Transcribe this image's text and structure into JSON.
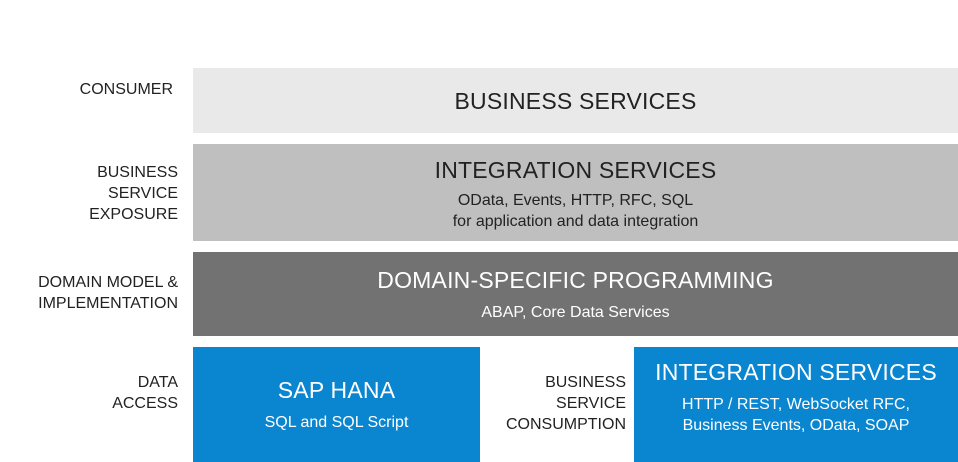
{
  "layers": {
    "consumer": {
      "label": "CONSUMER",
      "title": "BUSINESS SERVICES"
    },
    "exposure": {
      "label": "BUSINESS\nSERVICE\nEXPOSURE",
      "title": "INTEGRATION SERVICES",
      "line1": "OData, Events, HTTP, RFC, SQL",
      "line2": "for application and data integration"
    },
    "domain": {
      "label": "DOMAIN MODEL &\nIMPLEMENTATION",
      "title": "DOMAIN-SPECIFIC PROGRAMMING",
      "line1": "ABAP, Core Data Services"
    },
    "data_access": {
      "label": "DATA\nACCESS",
      "title": "SAP HANA",
      "line1": "SQL and SQL Script"
    },
    "consumption": {
      "label": "BUSINESS\nSERVICE\nCONSUMPTION",
      "title": "INTEGRATION SERVICES",
      "line1": "HTTP / REST, WebSocket RFC,",
      "line2": "Business Events, OData, SOAP"
    }
  },
  "colors": {
    "consumer_fill": "#e9e9e9",
    "exposure_fill": "#bfbfbf",
    "domain_fill": "#727272",
    "blue_fill": "#0a85cf"
  }
}
